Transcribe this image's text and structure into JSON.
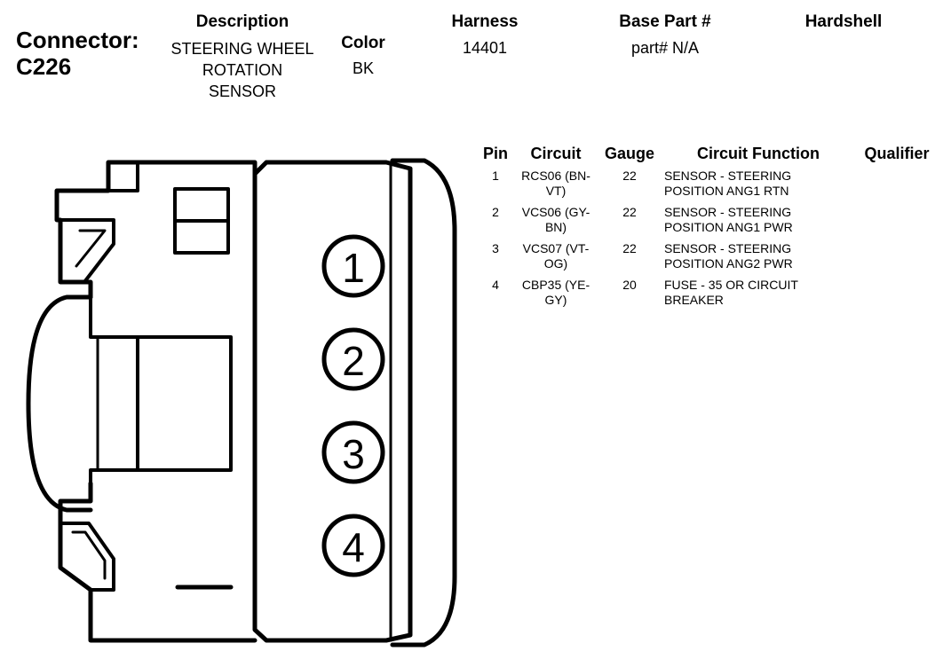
{
  "connector": {
    "label": "Connector:",
    "id": "C226"
  },
  "headers": {
    "description": "Description",
    "color": "Color",
    "harness": "Harness",
    "base_part": "Base Part #",
    "hardshell": "Hardshell"
  },
  "values": {
    "description": [
      "STEERING WHEEL",
      "ROTATION",
      "SENSOR"
    ],
    "color": "BK",
    "harness": "14401",
    "base_part": "part# N/A",
    "hardshell": ""
  },
  "table": {
    "columns": [
      "Pin",
      "Circuit",
      "Gauge",
      "Circuit Function",
      "Qualifier"
    ],
    "rows": [
      {
        "pin": "1",
        "circuit": [
          "RCS06 (BN-",
          "VT)"
        ],
        "gauge": "22",
        "function": [
          "SENSOR - STEERING",
          "POSITION ANG1 RTN"
        ],
        "qualifier": ""
      },
      {
        "pin": "2",
        "circuit": [
          "VCS06 (GY-",
          "BN)"
        ],
        "gauge": "22",
        "function": [
          "SENSOR - STEERING",
          "POSITION ANG1 PWR"
        ],
        "qualifier": ""
      },
      {
        "pin": "3",
        "circuit": [
          "VCS07 (VT-",
          "OG)"
        ],
        "gauge": "22",
        "function": [
          "SENSOR - STEERING",
          "POSITION ANG2 PWR"
        ],
        "qualifier": ""
      },
      {
        "pin": "4",
        "circuit": [
          "CBP35 (YE-",
          "GY)"
        ],
        "gauge": "20",
        "function": [
          "FUSE - 35 OR CIRCUIT",
          "BREAKER"
        ],
        "qualifier": ""
      }
    ]
  },
  "diagram": {
    "pins": [
      "1",
      "2",
      "3",
      "4"
    ]
  }
}
